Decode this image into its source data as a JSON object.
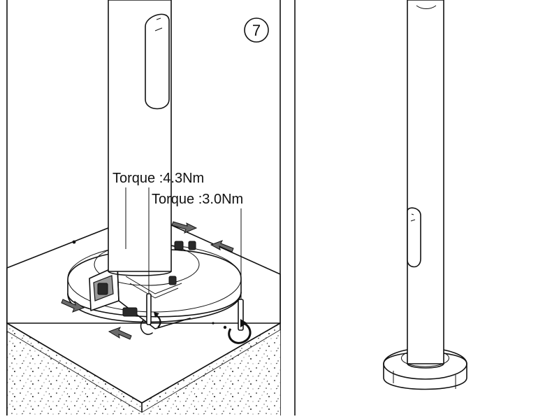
{
  "step": {
    "number": "7"
  },
  "annotations": {
    "torque_upper": "Torque :4.3Nm",
    "torque_lower": "Torque :3.0Nm"
  },
  "icons": [
    "step-number-badge",
    "arrow-icon",
    "wrench-icon",
    "rotate-icon"
  ]
}
